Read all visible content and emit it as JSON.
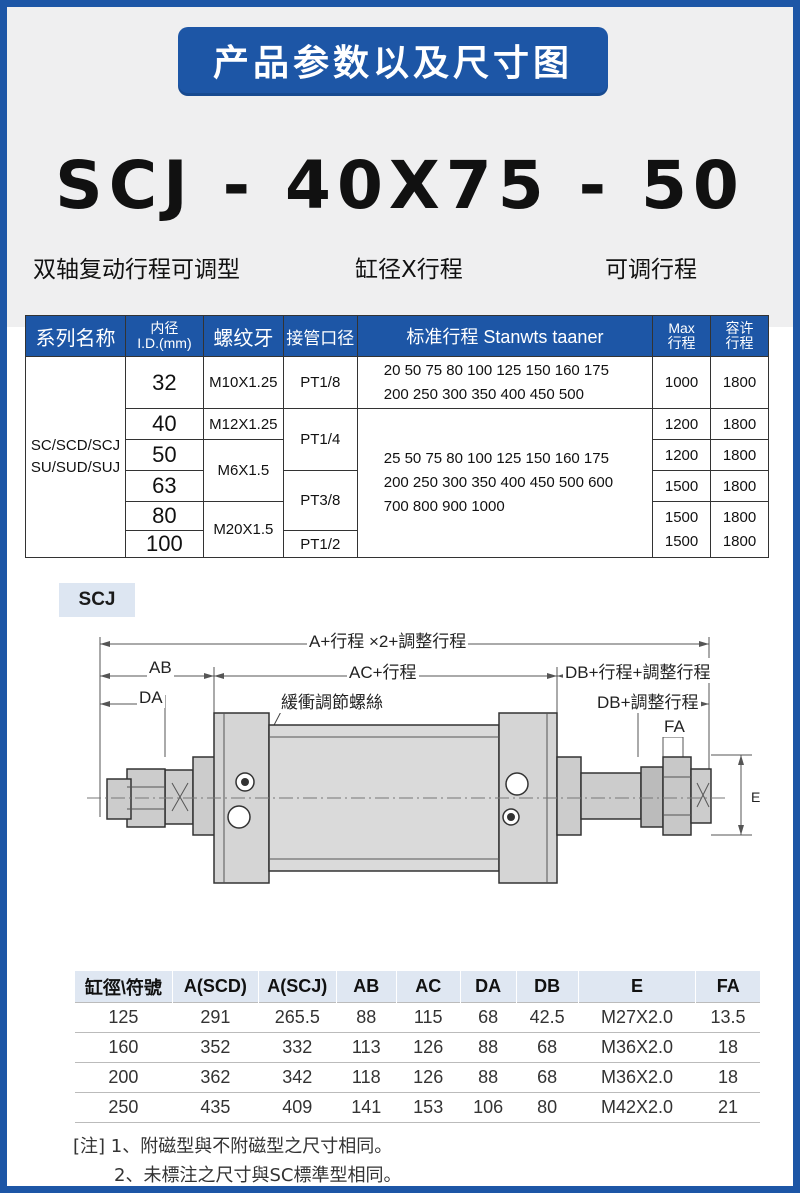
{
  "banner": "产品参数以及尺寸图",
  "model_code": "SCJ - 40X75 - 50",
  "subtitles": {
    "type": "双轴复动行程可调型",
    "bore_stroke": "缸径X行程",
    "adjust": "可调行程"
  },
  "spec_table": {
    "headers": {
      "series": "系列名称",
      "bore_1": "内径",
      "bore_2": "I.D.(mm)",
      "thread": "螺纹牙",
      "port": "接管口径",
      "stroke": "标准行程 Stanwts taaner",
      "max_1": "Max",
      "max_2": "行程",
      "allow_1": "容许",
      "allow_2": "行程"
    },
    "series_1": "SC/SCD/SCJ",
    "series_2": "SU/SUD/SUJ",
    "rows": [
      {
        "bore": "32",
        "thread": "M10X1.25",
        "port": "PT1/8",
        "max": "1000",
        "allow": "1800"
      },
      {
        "bore": "40",
        "thread": "M12X1.25",
        "port": "PT1/4",
        "max": "1200",
        "allow": "1800"
      },
      {
        "bore": "50",
        "thread": "M6X1.5",
        "port": "",
        "max": "1200",
        "allow": "1800"
      },
      {
        "bore": "63",
        "thread": "",
        "port": "PT3/8",
        "max": "1500",
        "allow": "1800"
      },
      {
        "bore": "80",
        "thread": "M20X1.5",
        "port": "",
        "max": "1500",
        "allow": "1800"
      },
      {
        "bore": "100",
        "thread": "",
        "port": "PT1/2",
        "max": "1500",
        "allow": "1800"
      }
    ],
    "strokes_a_1": "20 50 75 80 100 125 150 160 175",
    "strokes_a_2": "200 250 300 350 400 450 500",
    "strokes_b_1": "25 50 75 80 100 125 150 160 175",
    "strokes_b_2": "200 250 300 350 400 450 500 600",
    "strokes_b_3": "700 800 900 1000"
  },
  "drawing": {
    "tag": "SCJ",
    "label_a": "A+行程 ×2+調整行程",
    "label_ab": "AB",
    "label_ac": "AC+行程",
    "label_db1": "DB+行程+調整行程",
    "label_da": "DA",
    "label_cushion": "緩衝調節螺絲",
    "label_db2": "DB+調整行程",
    "label_fa": "FA",
    "label_e": "E",
    "colors": {
      "body": "#d5d5d5",
      "line": "#333333",
      "dim": "#555555"
    }
  },
  "dim_table": {
    "headers": [
      "缸徑\\符號",
      "A(SCD)",
      "A(SCJ)",
      "AB",
      "AC",
      "DA",
      "DB",
      "E",
      "FA"
    ],
    "rows": [
      [
        "125",
        "291",
        "265.5",
        "88",
        "115",
        "68",
        "42.5",
        "M27X2.0",
        "13.5"
      ],
      [
        "160",
        "352",
        "332",
        "113",
        "126",
        "88",
        "68",
        "M36X2.0",
        "18"
      ],
      [
        "200",
        "362",
        "342",
        "118",
        "126",
        "88",
        "68",
        "M36X2.0",
        "18"
      ],
      [
        "250",
        "435",
        "409",
        "141",
        "153",
        "106",
        "80",
        "M42X2.0",
        "21"
      ]
    ]
  },
  "notes": {
    "line1": "[注] 1、附磁型與不附磁型之尺寸相同。",
    "line2": "2、未標注之尺寸與SC標準型相同。"
  }
}
